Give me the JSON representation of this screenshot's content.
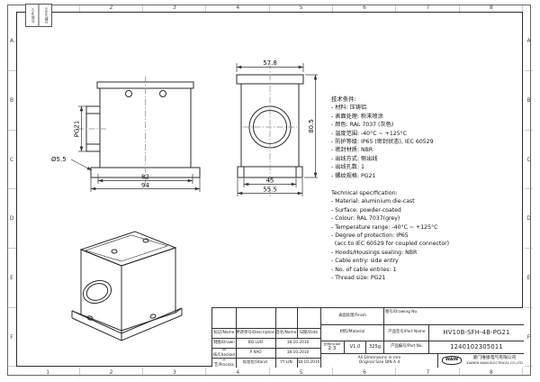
{
  "sheet": {
    "grid_top": [
      "1",
      "2",
      "3",
      "4",
      "5",
      "6",
      "7",
      "8"
    ],
    "grid_bottom": [
      "1",
      "2",
      "3",
      "4",
      "5",
      "6",
      "7",
      "8"
    ],
    "grid_left": [
      "A",
      "B",
      "C",
      "D",
      "E",
      "F"
    ],
    "grid_right": [
      "A",
      "B",
      "C",
      "D",
      "E",
      "F"
    ]
  },
  "revision_box": {
    "rev_label": "升级/Rev.",
    "date_label": "日期/Date"
  },
  "front_view": {
    "dim_thread": "PG21",
    "dim_hole": "Ø5.5",
    "dim_hole_spacing": "82",
    "dim_overall": "94"
  },
  "side_view": {
    "dim_top_width": "57.8",
    "dim_height": "80.5",
    "dim_flange_inner": "45",
    "dim_flange_outer": "55.5"
  },
  "spec_cn": {
    "title": "技术条件:",
    "items": [
      "- 材料: 压铸铝",
      "- 表面处理: 粉末喷涂",
      "- 颜色: RAL 7037 (灰色)",
      "- 温度范围: -40°C ~ +125°C",
      "- 防护等级: IP65 (密封状态), IEC 60529",
      "- 密封材质: NBR",
      "- 出线方式: 侧出线",
      "- 出线孔数: 1",
      "- 螺纹规格: PG21"
    ]
  },
  "spec_en": {
    "title": "Technical specification:",
    "items": [
      "- Material: aluminium die-cast",
      "- Surface: powder-coated",
      "- Colour: RAL 7037(grey)",
      "- Temperature range: -40°C ~ +125°C",
      "- Degree of protection: IP65",
      "  (acc.to IEC 60529 for coupled connector)",
      "- Hoods/Housings sealing: NBR",
      "- Cable entry: side entry",
      "- No. of cable entries: 1",
      "- Thread size: PG21"
    ]
  },
  "titleblock": {
    "sig_header": {
      "mark": "标记/Name",
      "description": "更改单号/Description",
      "signature": "签名/Name",
      "date": "日期/Date"
    },
    "drawn": {
      "role": "制图/Drawn",
      "name": "BQ LUO",
      "date": "18.10.2010"
    },
    "checked": {
      "role": "审核/Checked",
      "name": "P RAO",
      "date": "18.10.2010"
    },
    "process": {
      "role": "工艺/Process"
    },
    "standardized": {
      "role": "标准化/Stand.",
      "name": "YY LIN",
      "date": "18.10.2010"
    },
    "finish_label": "表面处理/Finish",
    "material_label": "材料/Material",
    "drawing_no_label": "图号/Drawing No.",
    "part_name_label": "产品型号/Part Name",
    "part_name_value": "HV10B-SFH-4B-PG21",
    "part_no_label": "产品编号/Part No.",
    "part_no_value": "1240102305011",
    "scale_label": "比例/Scale",
    "scale_value": "2:3",
    "rev_value": "V1.0",
    "weight_value": "325g",
    "dims_note_1": "All Dimensions in mm",
    "dims_note_2": "Original Size DIN A 4",
    "company": {
      "logo": "WAIN",
      "name_cn": "厦门唯恩电气有限公司",
      "name_en": "XIAMEN WAIN ELECTRICAL CO.,LTD"
    }
  }
}
